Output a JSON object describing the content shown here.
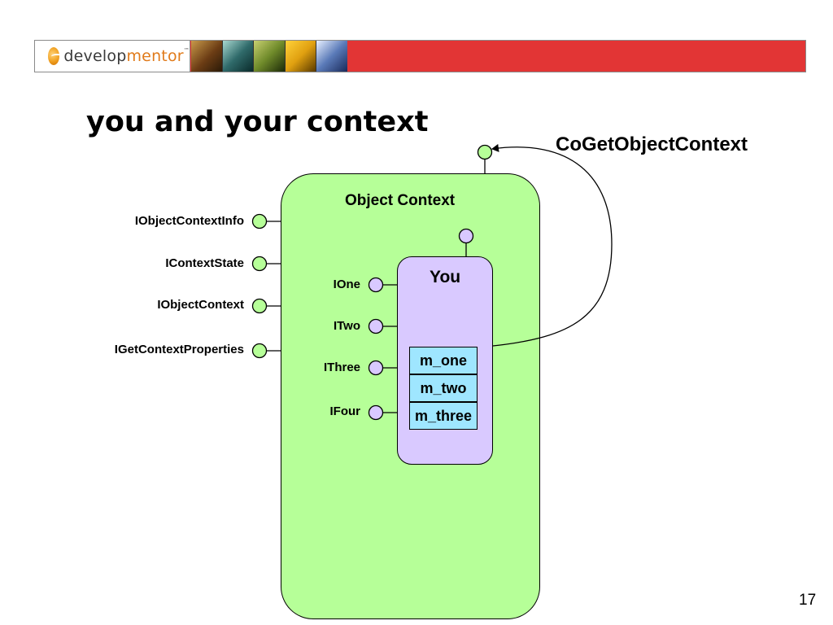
{
  "slide": {
    "title": "you and your context",
    "page_number": "17"
  },
  "banner": {
    "logo_prefix": "develop",
    "logo_suffix": "mentor",
    "logo_tm": "™",
    "brand_color": "#e23535",
    "logo_accent": "#e07a1a"
  },
  "diagram": {
    "outer_box_label": "Object Context",
    "outer_box_color": "#b6ff98",
    "inner_box_label": "You",
    "inner_box_color": "#d9c9ff",
    "member_color": "#9fe6ff",
    "lollipop_ctx_color": "#b6ff98",
    "lollipop_you_color": "#d9c9ff",
    "api_label": "CoGetObjectContext",
    "context_interfaces": [
      "IObjectContextInfo",
      "IContextState",
      "IObjectContext",
      "IGetContextProperties"
    ],
    "you_interfaces": [
      "IOne",
      "ITwo",
      "IThree",
      "IFour"
    ],
    "members": [
      "m_one",
      "m_two",
      "m_three"
    ]
  }
}
